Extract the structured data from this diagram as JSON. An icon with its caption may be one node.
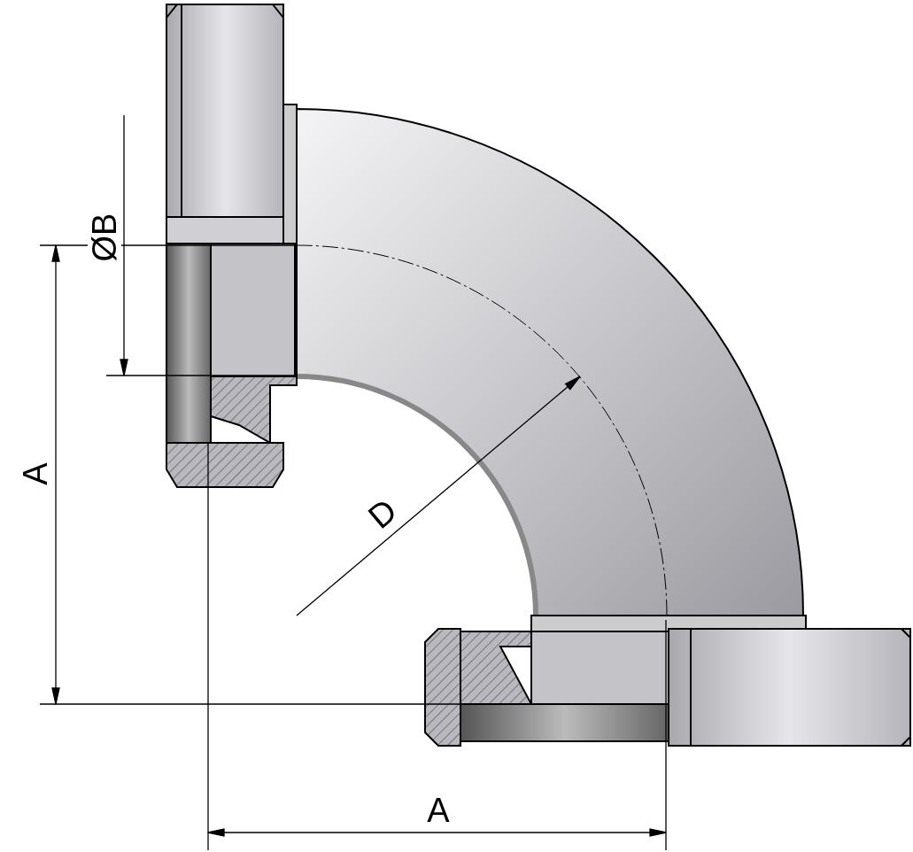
{
  "diagram": {
    "labels": [
      "ØB",
      "A",
      "D",
      "A"
    ]
  }
}
